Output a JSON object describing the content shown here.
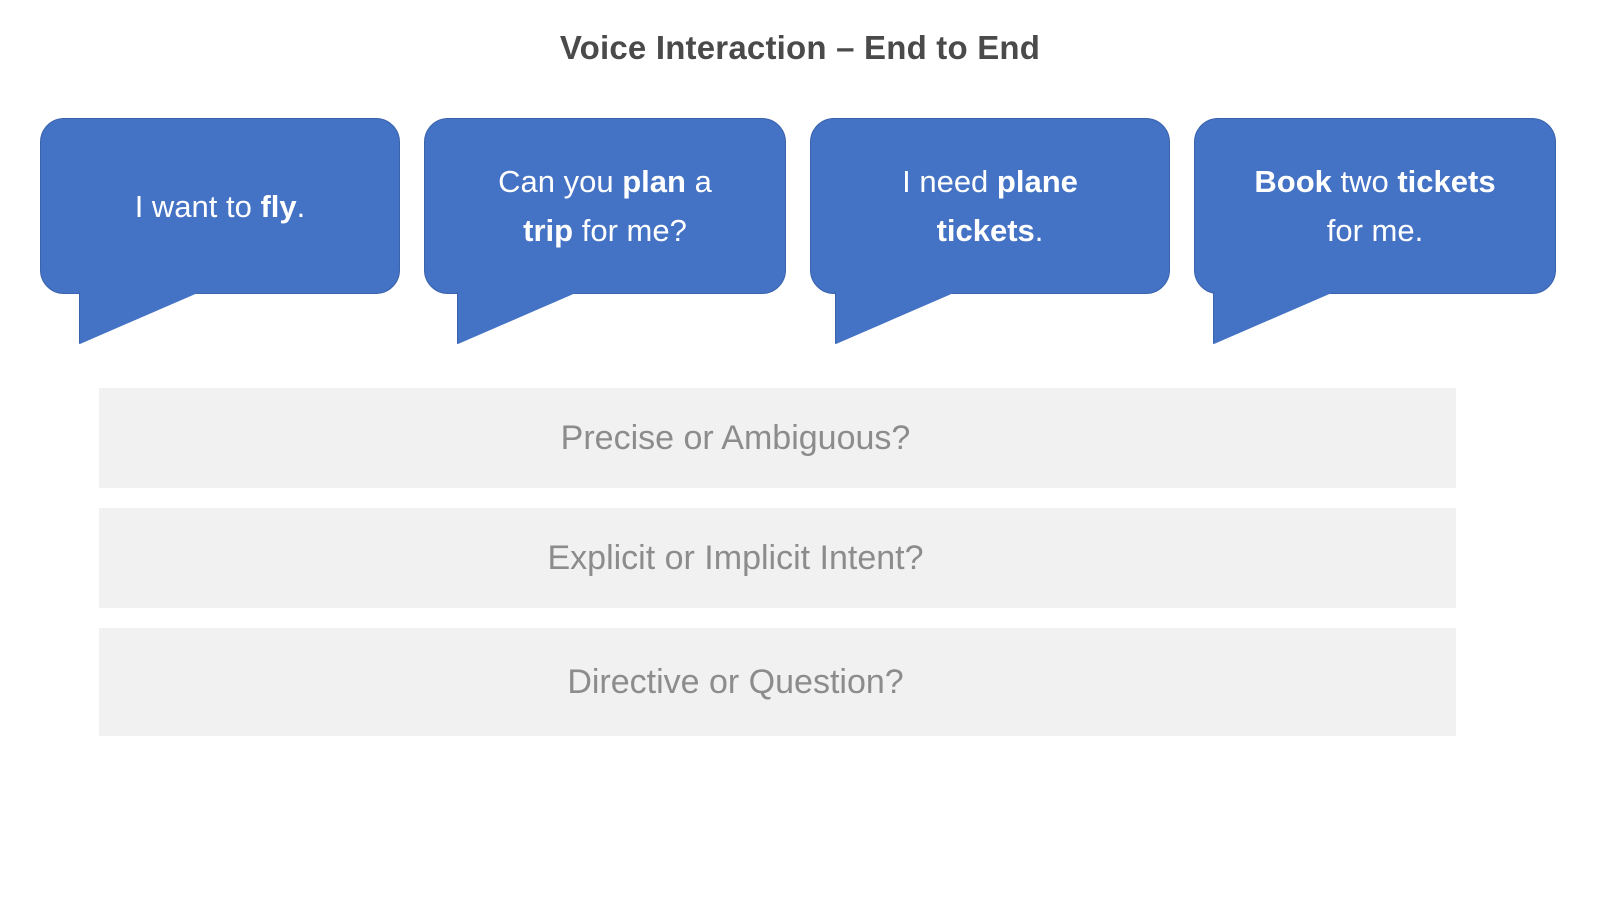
{
  "slide": {
    "title": "Voice Interaction – End to End",
    "background_color": "#ffffff",
    "title_color": "#4a4a4a"
  },
  "theme": {
    "bubble_fill": "#4472c4",
    "bubble_border": "#3a63ad",
    "bubble_text": "#ffffff",
    "bar_fill": "#f1f1f1",
    "bar_text": "#8c8c8c"
  },
  "bubbles": [
    {
      "id": "bubble-fly",
      "plain_text": "I want to fly.",
      "emphasis": [
        "fly"
      ],
      "lines": [
        [
          {
            "text": "I want to ",
            "bold": false
          },
          {
            "text": "fly",
            "bold": true
          },
          {
            "text": ".",
            "bold": false
          }
        ]
      ]
    },
    {
      "id": "bubble-plan-trip",
      "plain_text": "Can you plan a trip for me?",
      "emphasis": [
        "plan",
        "trip"
      ],
      "lines": [
        [
          {
            "text": "Can you ",
            "bold": false
          },
          {
            "text": "plan",
            "bold": true
          },
          {
            "text": " a",
            "bold": false
          }
        ],
        [
          {
            "text": "trip",
            "bold": true
          },
          {
            "text": " for me?",
            "bold": false
          }
        ]
      ]
    },
    {
      "id": "bubble-plane-tickets",
      "plain_text": "I need plane tickets.",
      "emphasis": [
        "plane",
        "tickets"
      ],
      "lines": [
        [
          {
            "text": "I need ",
            "bold": false
          },
          {
            "text": "plane",
            "bold": true
          }
        ],
        [
          {
            "text": "tickets",
            "bold": true
          },
          {
            "text": ".",
            "bold": false
          }
        ]
      ]
    },
    {
      "id": "bubble-book-tickets",
      "plain_text": "Book two tickets for me.",
      "emphasis": [
        "Book",
        "tickets"
      ],
      "lines": [
        [
          {
            "text": "Book",
            "bold": true
          },
          {
            "text": " two ",
            "bold": false
          },
          {
            "text": "tickets",
            "bold": true
          }
        ],
        [
          {
            "text": "for me.",
            "bold": false
          }
        ]
      ]
    }
  ],
  "question_bars": [
    {
      "id": "bar-precise-ambiguous",
      "label": "Precise or Ambiguous?"
    },
    {
      "id": "bar-explicit-implicit",
      "label": "Explicit or Implicit Intent?"
    },
    {
      "id": "bar-directive-question",
      "label": "Directive or Question?"
    }
  ]
}
